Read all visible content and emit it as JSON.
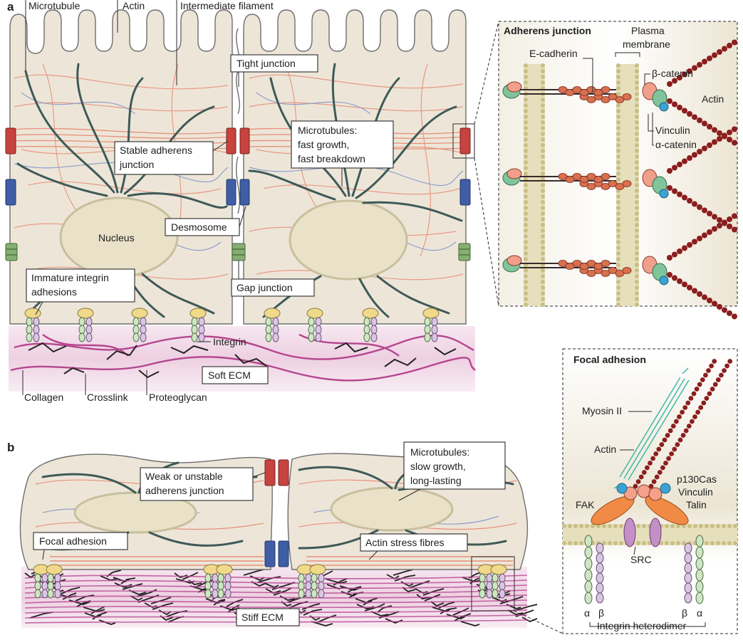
{
  "panels": {
    "a": "a",
    "b": "b"
  },
  "labels": {
    "microtubule": "Microtubule",
    "actin": "Actin",
    "intermediate_filament": "Intermediate filament",
    "tight_junction": "Tight junction",
    "stable_aj_1": "Stable adherens",
    "stable_aj_2": "junction",
    "mt_fast_1": "Microtubules:",
    "mt_fast_2": "fast growth,",
    "mt_fast_3": "fast breakdown",
    "nucleus": "Nucleus",
    "desmosome": "Desmosome",
    "immature_1": "Immature integrin",
    "immature_2": "adhesions",
    "gap_junction": "Gap junction",
    "integrin": "Integrin",
    "soft_ecm": "Soft ECM",
    "collagen": "Collagen",
    "crosslink": "Crosslink",
    "proteoglycan": "Proteoglycan",
    "mt_slow_1": "Microtubules:",
    "mt_slow_2": "slow growth,",
    "mt_slow_3": "long-lasting",
    "weak_aj_1": "Weak or unstable",
    "weak_aj_2": "adherens junction",
    "focal_adhesion": "Focal adhesion",
    "actin_stress": "Actin stress fibres",
    "stiff_ecm": "Stiff ECM"
  },
  "aj_inset": {
    "title": "Adherens junction",
    "plasma_1": "Plasma",
    "plasma_2": "membrane",
    "e_cadherin": "E-cadherin",
    "beta_catenin": "β-catenin",
    "actin": "Actin",
    "vinculin": "Vinculin",
    "alpha_catenin": "α-catenin"
  },
  "fa_inset": {
    "title": "Focal adhesion",
    "myosin": "Myosin II",
    "actin": "Actin",
    "p130cas": "p130Cas",
    "vinculin": "Vinculin",
    "fak": "FAK",
    "talin": "Talin",
    "src": "SRC",
    "alpha": "α",
    "beta": "β",
    "beta2": "β",
    "alpha2": "α",
    "heterodimer": "Integrin heterodimer"
  },
  "colors": {
    "cell": "#ede6d8",
    "cell_edge": "#6e6e6e",
    "actin": "#e8907c",
    "intermediate": "#8ea0cc",
    "microtubule": "#3e5a58",
    "nucleus": "#e9e2c8",
    "adherens": "#c7433e",
    "desmosome": "#3f5ea6",
    "gap": "#86ad72",
    "ecm_soft": "#f1dbe9",
    "ecm_line": "#b5468e",
    "cadherin": "#d9704e",
    "actin_bead": "#8b1e1e"
  }
}
